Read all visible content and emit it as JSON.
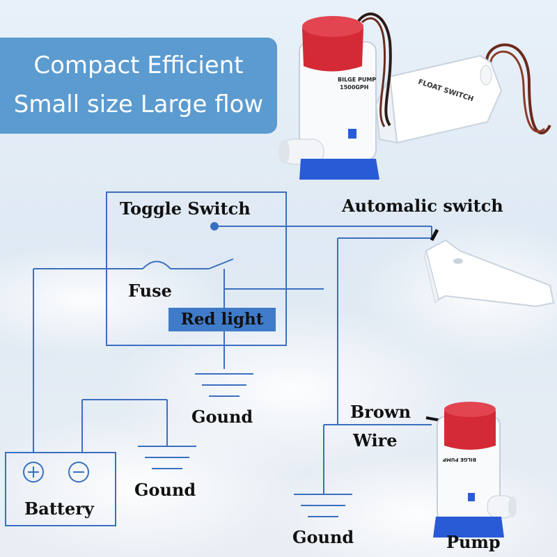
{
  "banner": {
    "line1": "Compact Efficient",
    "line2": "Small size Large flow"
  },
  "diagram": {
    "toggle_switch": "Toggle Switch",
    "automatic_switch": "Automalic switch",
    "fuse": "Fuse",
    "red_light": "Red light",
    "ground_1": "Gound",
    "ground_2": "Gound",
    "ground_3": "Gound",
    "battery": "Battery",
    "battery_plus": "+",
    "battery_minus": "−",
    "brown_wire_line1": "Brown",
    "brown_wire_line2": "Wire",
    "pump": "Pump"
  },
  "product": {
    "pump_label_1": "BILGE PUMP",
    "pump_label_2": "1500GPH",
    "float_switch_label": "FLOAT SWITCH"
  },
  "colors": {
    "line": "#3a6fc0",
    "banner": "#5b9bd0",
    "pump_red": "#d42a35",
    "pump_blue": "#2a5bd6"
  }
}
